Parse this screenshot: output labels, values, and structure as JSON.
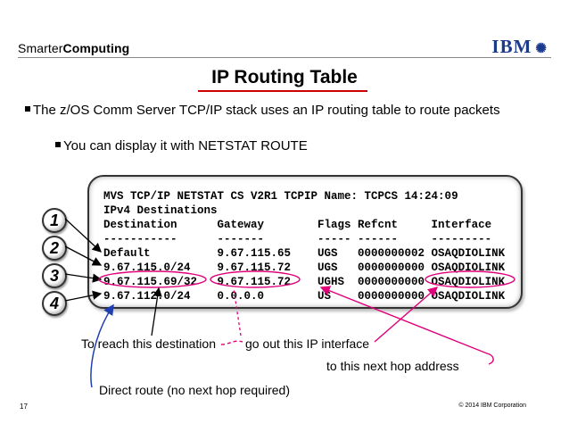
{
  "header": {
    "brand_light": "Smarter",
    "brand_bold": "Computing",
    "logo_text": "IBM"
  },
  "title": "IP Routing Table",
  "bullets": {
    "level1": "The z/OS Comm Server TCP/IP stack uses an IP routing table to route packets",
    "level2": "You can display it with NETSTAT ROUTE"
  },
  "console": {
    "lines": [
      "MVS TCP/IP NETSTAT CS V2R1 TCPIP Name: TCPCS 14:24:09",
      "IPv4 Destinations",
      "Destination      Gateway        Flags Refcnt     Interface",
      "-----------      -------        ----- ------     ---------",
      "Default          9.67.115.65    UGS   0000000002 OSAQDIOLINK",
      "9.67.115.0/24    9.67.115.72    UGS   0000000000 OSAQDIOLINK",
      "9.67.115.69/32   9.67.115.72    UGHS  0000000000 OSAQDIOLINK",
      "9.67.112.0/24    0.0.0.0        US    0000000000 OSAQDIOLINK"
    ]
  },
  "badges": [
    "1",
    "2",
    "3",
    "4"
  ],
  "annotations": {
    "destination": "To reach this destination",
    "interface": "go out this IP interface",
    "next_hop": "to this next hop address",
    "direct": "Direct route (no next hop required)"
  },
  "footer": {
    "page_number": "17",
    "copyright": "© 2014 IBM Corporation"
  },
  "colors": {
    "arrow_black": "#000000",
    "arrow_pink": "#e0007a",
    "arrow_blue": "#1f3fb0",
    "title_rule": "#cc0000"
  }
}
